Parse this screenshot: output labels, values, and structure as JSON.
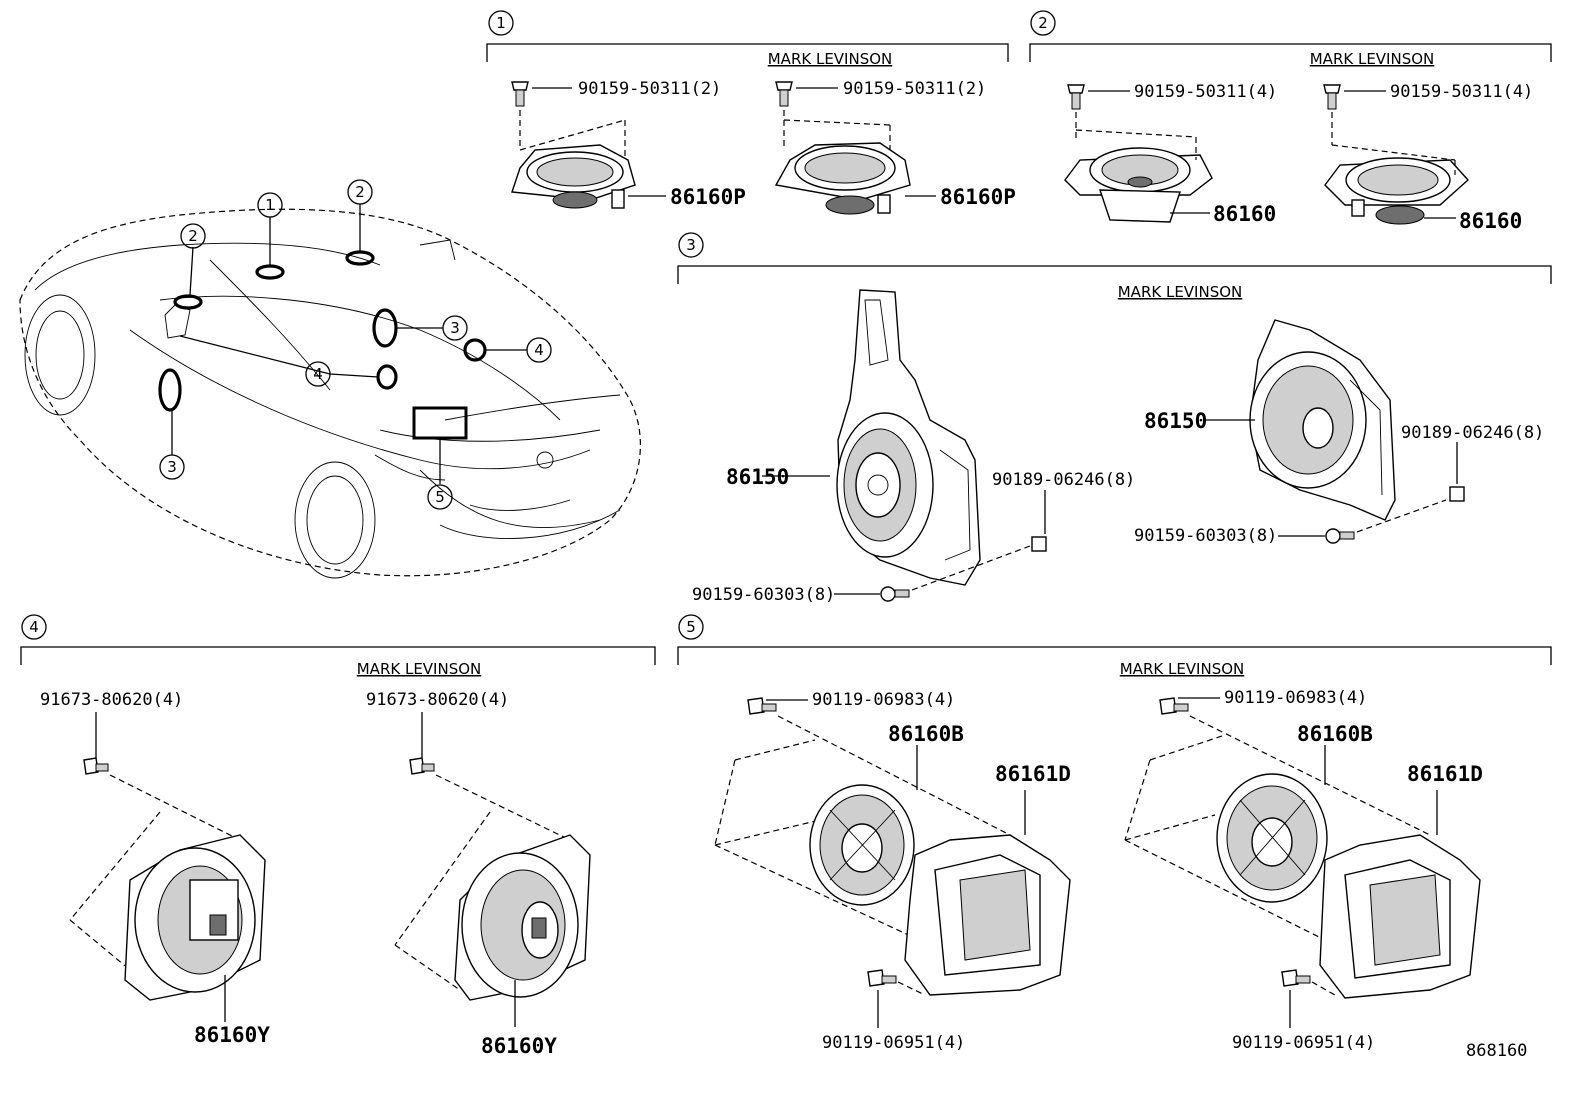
{
  "diagram": {
    "footer_code": "868160",
    "brand_label": "MARK LEVINSON",
    "section_numbers": [
      "1",
      "2",
      "3",
      "4",
      "5"
    ],
    "sections": {
      "s1": {
        "number": "1",
        "brand": "MARK LEVINSON",
        "parts": {
          "screw_a": "90159-50311(2)",
          "screw_b": "90159-50311(2)",
          "speaker_a": "86160P",
          "speaker_b": "86160P"
        }
      },
      "s2": {
        "number": "2",
        "brand": "MARK LEVINSON",
        "parts": {
          "screw_a": "90159-50311(4)",
          "screw_b": "90159-50311(4)",
          "speaker_a": "86160",
          "speaker_b": "86160"
        }
      },
      "s3": {
        "number": "3",
        "brand": "MARK LEVINSON",
        "parts": {
          "speaker_a": "86150",
          "clip_a": "90189-06246(8)",
          "screw_a": "90159-60303(8)",
          "speaker_b": "86150",
          "clip_b": "90189-06246(8)",
          "screw_b": "90159-60303(8)"
        }
      },
      "s4": {
        "number": "4",
        "brand": "MARK LEVINSON",
        "parts": {
          "screw_a": "91673-80620(4)",
          "screw_b": "91673-80620(4)",
          "speaker_a": "86160Y",
          "speaker_b": "86160Y"
        }
      },
      "s5": {
        "number": "5",
        "brand": "MARK LEVINSON",
        "parts": {
          "screw_top_a": "90119-06983(4)",
          "woofer_a": "86160B",
          "box_a": "86161D",
          "screw_bottom_a": "90119-06951(4)",
          "screw_top_b": "90119-06983(4)",
          "woofer_b": "86160B",
          "box_b": "86161D",
          "screw_bottom_b": "90119-06951(4)"
        }
      }
    },
    "car_callouts": [
      "1",
      "2",
      "2",
      "3",
      "3",
      "4",
      "4",
      "5"
    ]
  }
}
